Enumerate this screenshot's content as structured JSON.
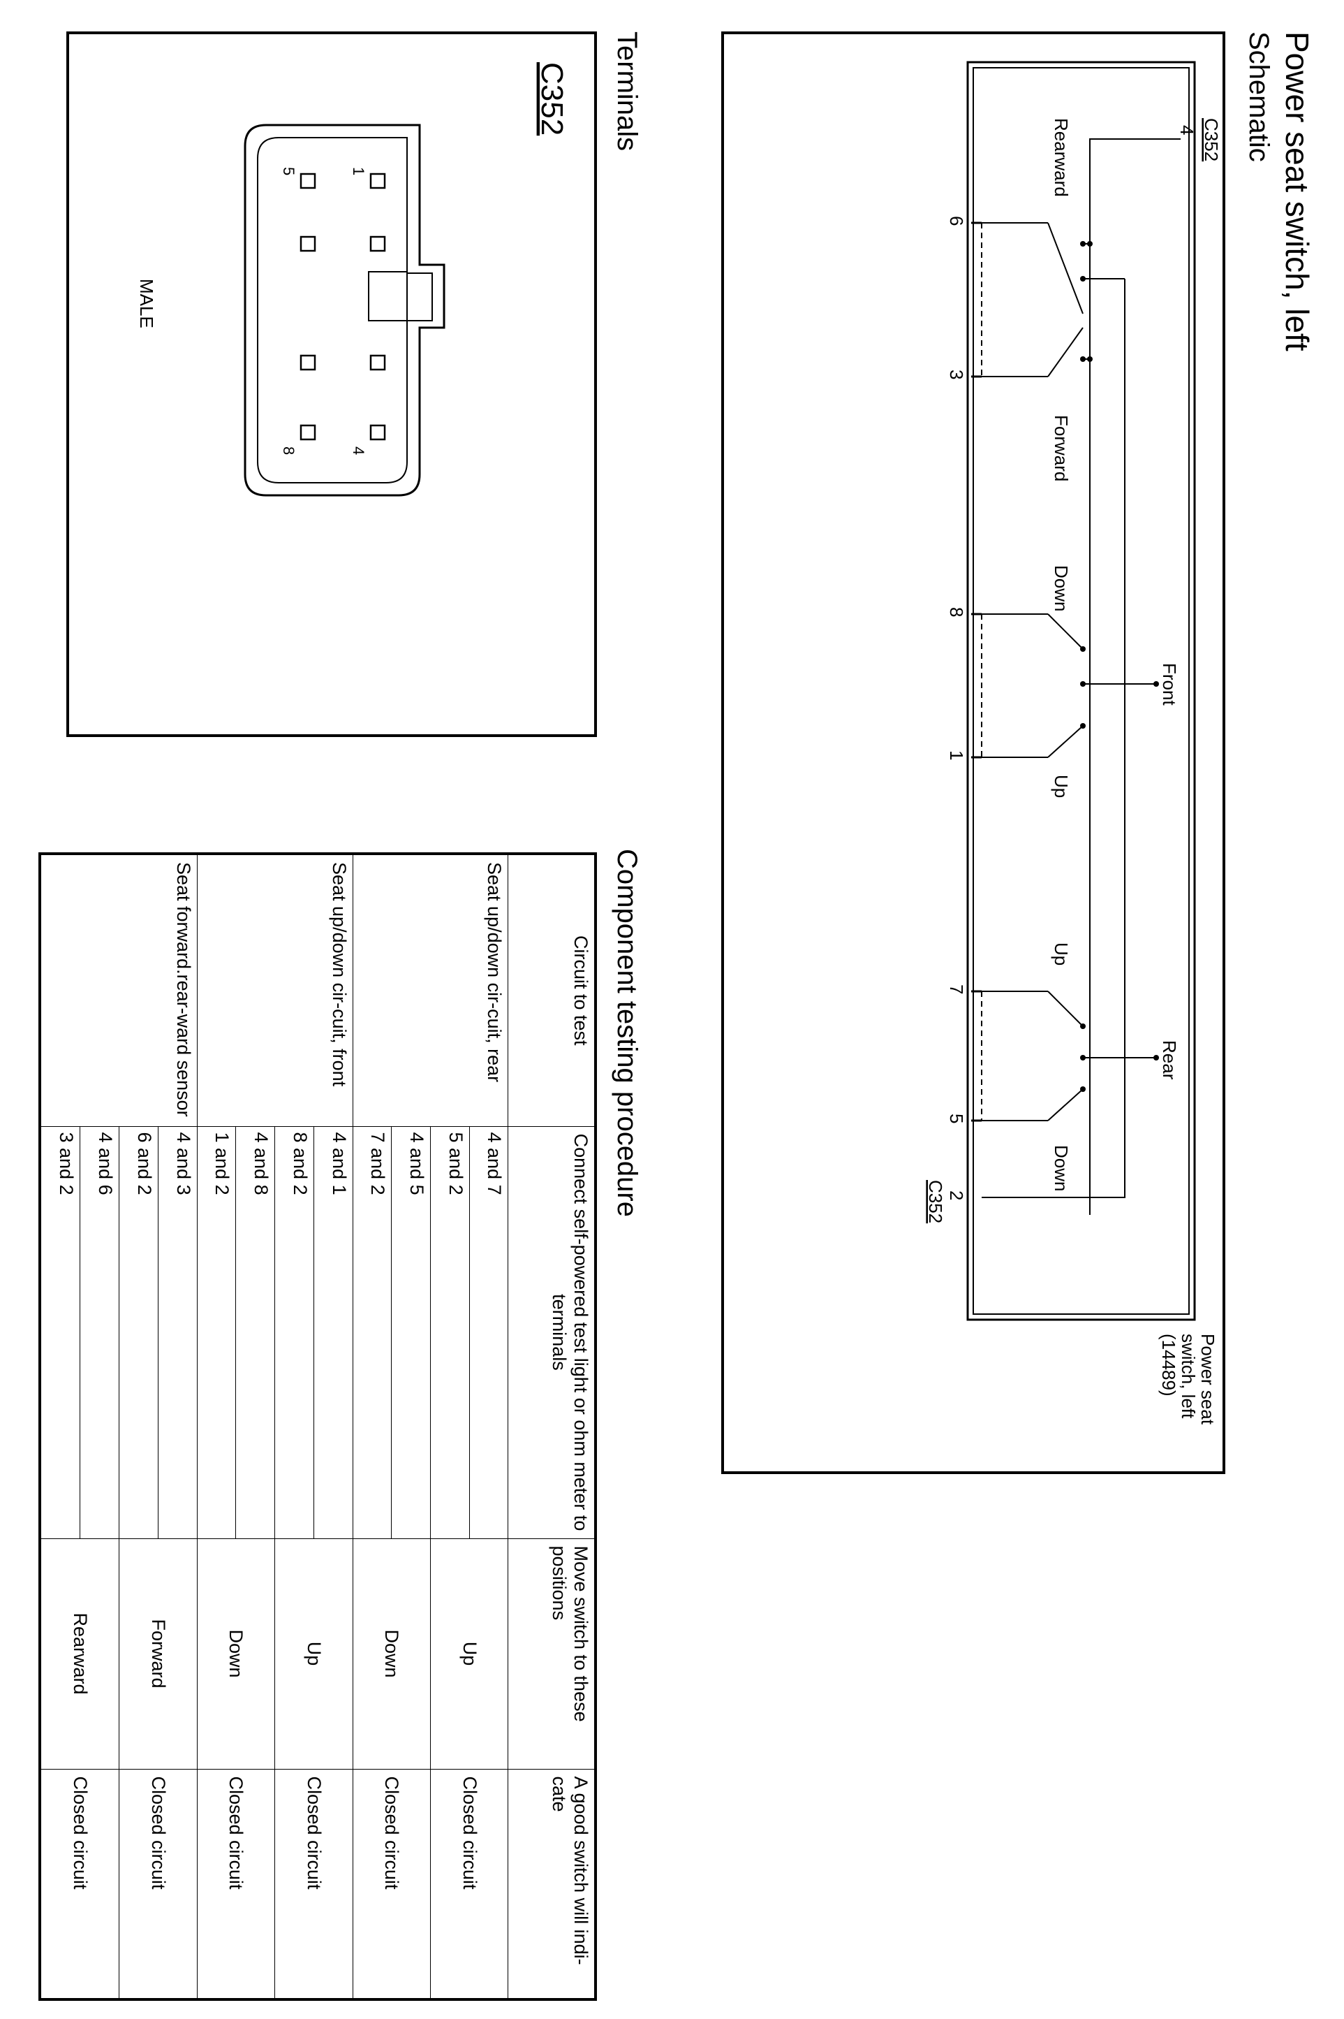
{
  "title": "Power seat switch, left",
  "sections": {
    "schematic": "Schematic",
    "component_testing": "Component testing procedure",
    "terminals": "Terminals"
  },
  "schematic": {
    "connector_top": "C352",
    "connector_bottom": "C352",
    "pin_top": "4",
    "component_label": [
      "Power seat",
      "switch, left",
      "(14489)"
    ],
    "groups": [
      {
        "name": "Rearward/Forward",
        "labels": [
          "Rearward",
          "Forward"
        ],
        "pins": [
          "6",
          "3"
        ]
      },
      {
        "name": "Front",
        "labels": [
          "Down",
          "Up"
        ],
        "pins": [
          "8",
          "1"
        ]
      },
      {
        "name": "Rear",
        "labels": [
          "Up",
          "Down"
        ],
        "pins": [
          "7",
          "5"
        ]
      }
    ],
    "pin_bottom": "2"
  },
  "terminals": {
    "connector": "C352",
    "gender": "MALE",
    "pins": [
      "1",
      "4",
      "5",
      "8"
    ]
  },
  "table": {
    "headers": {
      "circuit": "Circuit to test",
      "connect": "Connect self-powered test light or ohm meter to terminals",
      "move": "Move switch to these positions",
      "indicate": "A good switch will indi-cate"
    },
    "groups": [
      {
        "circuit": "Seat up/down cir-cuit, rear",
        "rows": [
          {
            "pins": "4 and 7",
            "position": "Up",
            "result": "Closed circuit"
          },
          {
            "pins": "5 and 2",
            "position": "Up",
            "result": "Closed circuit"
          },
          {
            "pins": "4 and 5",
            "position": "Down",
            "result": "Closed circuit"
          },
          {
            "pins": "7 and 2",
            "position": "Down",
            "result": "Closed circuit"
          }
        ]
      },
      {
        "circuit": "Seat up/down cir-cuit, front",
        "rows": [
          {
            "pins": "4 and 1",
            "position": "Up",
            "result": "Closed circuit"
          },
          {
            "pins": "8 and 2",
            "position": "Up",
            "result": "Closed circuit"
          },
          {
            "pins": "4 and 8",
            "position": "Down",
            "result": "Closed circuit"
          },
          {
            "pins": "1 and 2",
            "position": "Down",
            "result": "Closed circuit"
          }
        ]
      },
      {
        "circuit": "Seat forward.rear-ward sensor",
        "rows": [
          {
            "pins": "4 and 3",
            "position": "Forward",
            "result": "Closed circuit"
          },
          {
            "pins": "6 and 2",
            "position": "Forward",
            "result": "Closed circuit"
          },
          {
            "pins": "4 and 6",
            "position": "Rearward",
            "result": "Closed circuit"
          },
          {
            "pins": "3 and 2",
            "position": "Rearward",
            "result": "Closed circuit"
          }
        ]
      }
    ]
  }
}
